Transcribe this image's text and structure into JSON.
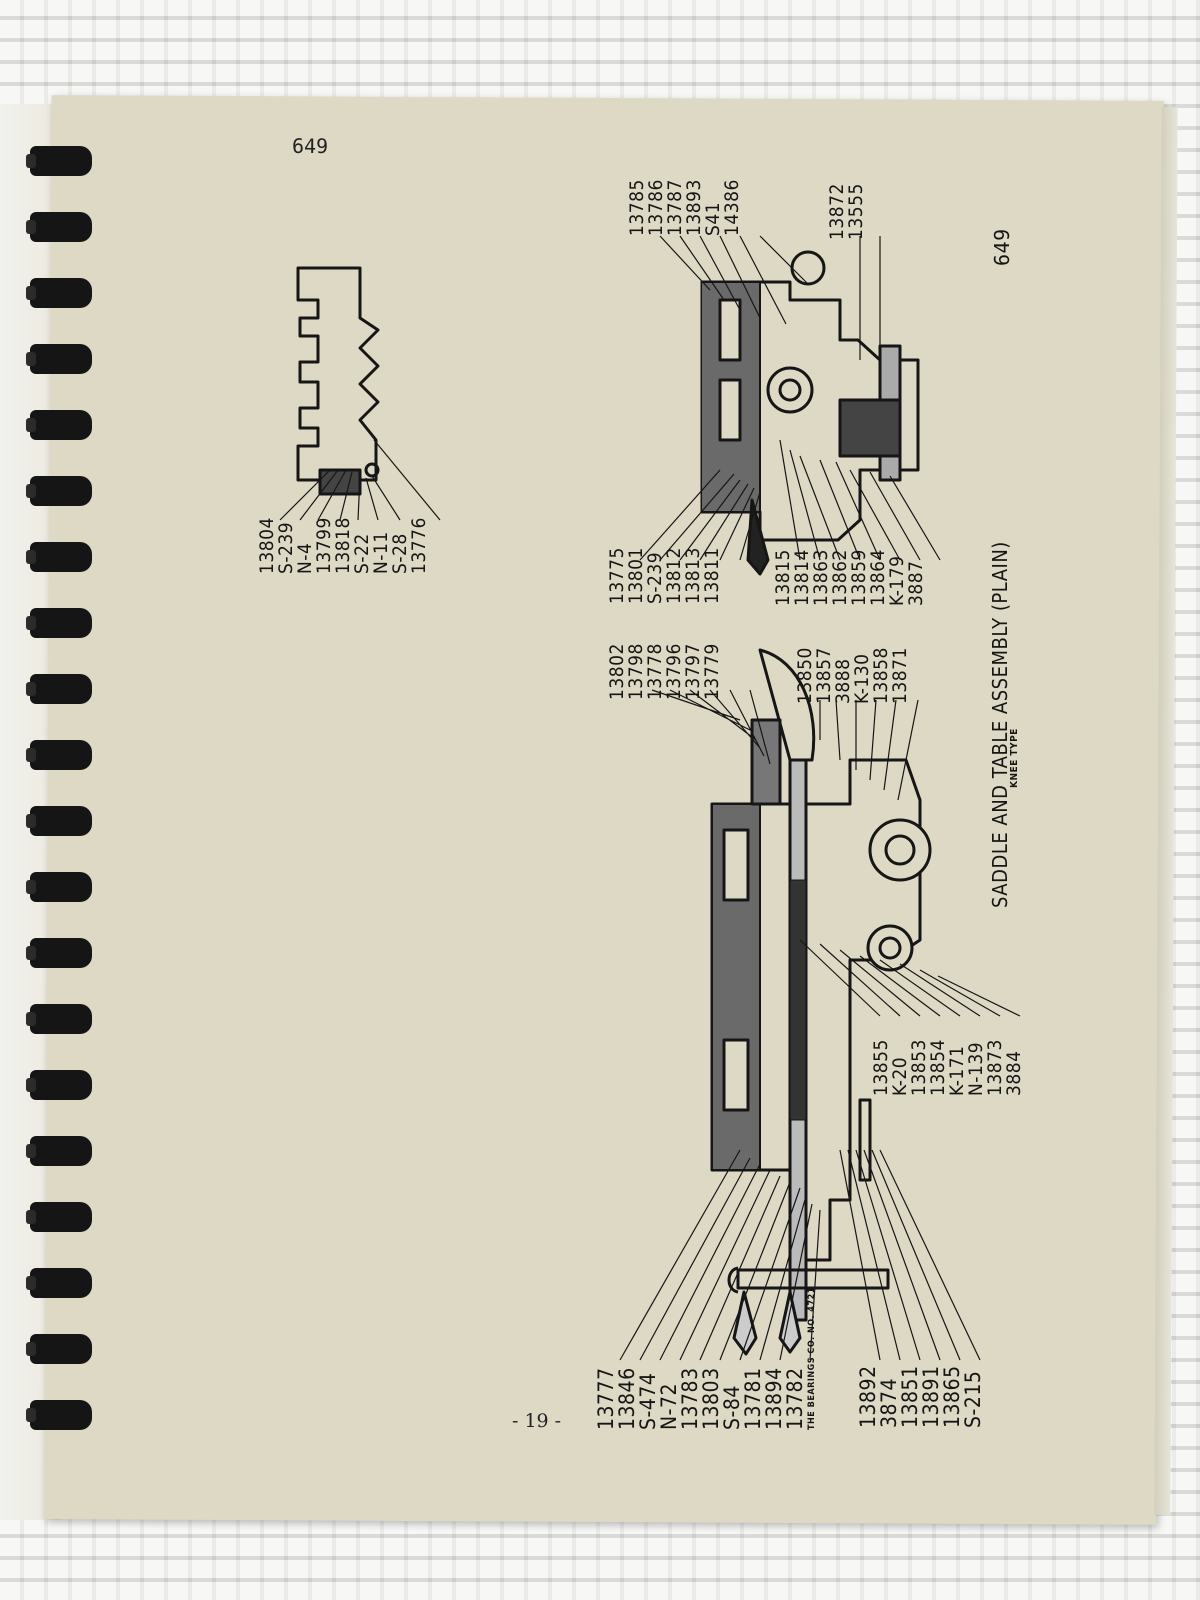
{
  "page_number_top": "649",
  "page_number_side": "649",
  "folio": "- 19 -",
  "title": "SADDLE AND TABLE ASSEMBLY (PLAIN)",
  "subtitle": "KNEE TYPE",
  "small_group": [
    "13804",
    "S-239",
    "N-4",
    "13799",
    "13818",
    "S-22",
    "N-11",
    "S-28",
    "13776"
  ],
  "group_top_right_a": [
    "13785",
    "13786",
    "13787",
    "13893",
    "S41",
    "14386"
  ],
  "group_top_right_b": [
    "13872",
    "13555"
  ],
  "group_mid_a": [
    "13775",
    "13801",
    "S-239",
    "13812",
    "13813",
    "13811"
  ],
  "group_mid_b": [
    "13815",
    "13814",
    "13863",
    "13862",
    "13859",
    "13864",
    "K-179",
    "3887"
  ],
  "group_upper_left": [
    "13802",
    "13798",
    "13778",
    "13796",
    "13797",
    "13779"
  ],
  "group_upper_mid": [
    "13850",
    "13857",
    "3888",
    "K-130",
    "13858",
    "13871"
  ],
  "group_lower_mid": [
    "13855",
    "K-20",
    "13853",
    "13854",
    "K-171",
    "N-139",
    "13873",
    "3884"
  ],
  "group_bottom_left": [
    "13777",
    "13846",
    "S-474",
    "N-72",
    "13783",
    "13803",
    "S-84",
    "13781",
    "13894",
    "13782"
  ],
  "bearings_note": "THE BEARINGS CO. NO. 4721",
  "group_bottom_right": [
    "13892",
    "3874",
    "13851",
    "13891",
    "13865",
    "S-215"
  ],
  "colors": {
    "paper": "#ddd9c5",
    "ink": "#161616",
    "shade": "#555"
  }
}
